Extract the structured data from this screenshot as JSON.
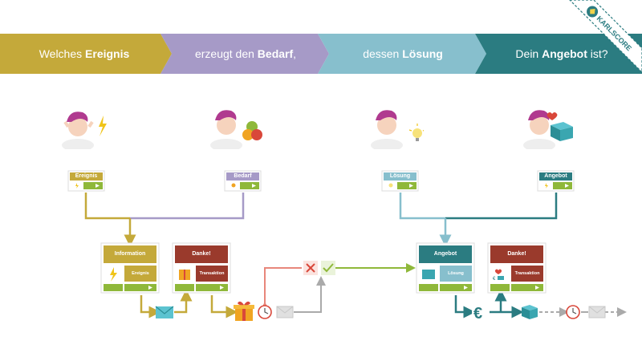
{
  "banner": {
    "step1": {
      "pre": "Welches ",
      "bold": "Ereignis",
      "post": ""
    },
    "step2": {
      "pre": "erzeugt den ",
      "bold": "Bedarf",
      "post": ","
    },
    "step3": {
      "pre": "dessen ",
      "bold": "Lösung",
      "post": ""
    },
    "step4": {
      "pre": "Dein ",
      "bold": "Angebot",
      "post": " ist?"
    }
  },
  "logo": {
    "text": "KARLSCORE"
  },
  "small_cards": {
    "ereignis": "Ereignis",
    "bedarf": "Bedarf",
    "loesung": "Lösung",
    "angebot": "Angebot"
  },
  "big_cards": {
    "information": {
      "title": "Information",
      "label": "Ereignis"
    },
    "danke1": {
      "title": "Danke!",
      "label": "Transaktion"
    },
    "angebot": {
      "title": "Angebot",
      "label": "Lösung"
    },
    "danke2": {
      "title": "Danke!",
      "label": "Transaktion"
    }
  },
  "colors": {
    "gold": "#c4a93a",
    "purple": "#a69ac7",
    "lightblue": "#87bfcd",
    "teal": "#2b7c81",
    "darkred": "#9a3a2c",
    "green": "#8fb83a",
    "salmon": "#e8877b"
  }
}
